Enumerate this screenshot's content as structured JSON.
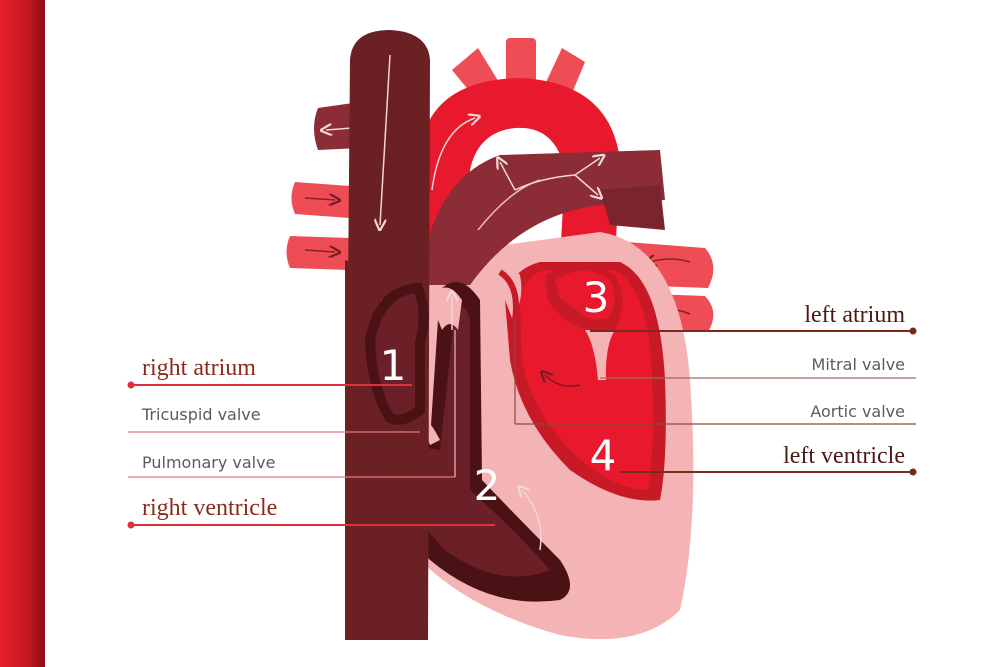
{
  "colors": {
    "accent_bar": "#d81b25",
    "deoxygenated": "#6b1f27",
    "oxygenated": "#e8192c",
    "pericardium": "#f4b3b5",
    "label_right_side": "#8b2a1a",
    "label_left_side": "#4a1a14",
    "valve_label": "#5b5b5e"
  },
  "chambers": {
    "right_atrium_number": "1",
    "right_ventricle_number": "2",
    "left_atrium_number": "3",
    "left_ventricle_number": "4"
  },
  "labels": {
    "right_atrium": "right atrium",
    "tricuspid_valve": "Tricuspid valve",
    "pulmonary_valve": "Pulmonary valve",
    "right_ventricle": "right ventricle",
    "left_atrium": "left atrium",
    "mitral_valve": "Mitral valve",
    "aortic_valve": "Aortic valve",
    "left_ventricle": "left ventricle"
  }
}
